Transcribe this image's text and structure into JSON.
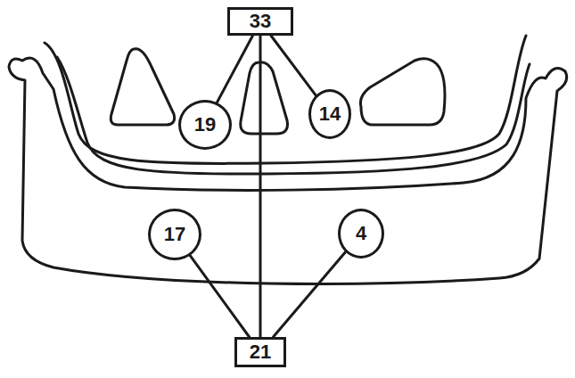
{
  "diagram": {
    "nodes": [
      {
        "text": [
          "33"
        ]
      },
      {
        "text": [
          "19"
        ]
      },
      {
        "text": [
          "14"
        ]
      },
      {
        "text": [
          "17"
        ]
      },
      {
        "text": [
          "4"
        ]
      },
      {
        "text": [
          "21"
        ]
      }
    ],
    "edges": [
      {
        "from": 0,
        "to": 1,
        "arrow": "none"
      },
      {
        "from": 0,
        "to": 2,
        "arrow": "none"
      },
      {
        "from": 0,
        "to": 5,
        "arrow": "none"
      },
      {
        "from": 3,
        "to": 5,
        "arrow": "none"
      },
      {
        "from": 4,
        "to": 5,
        "arrow": "none"
      }
    ]
  }
}
